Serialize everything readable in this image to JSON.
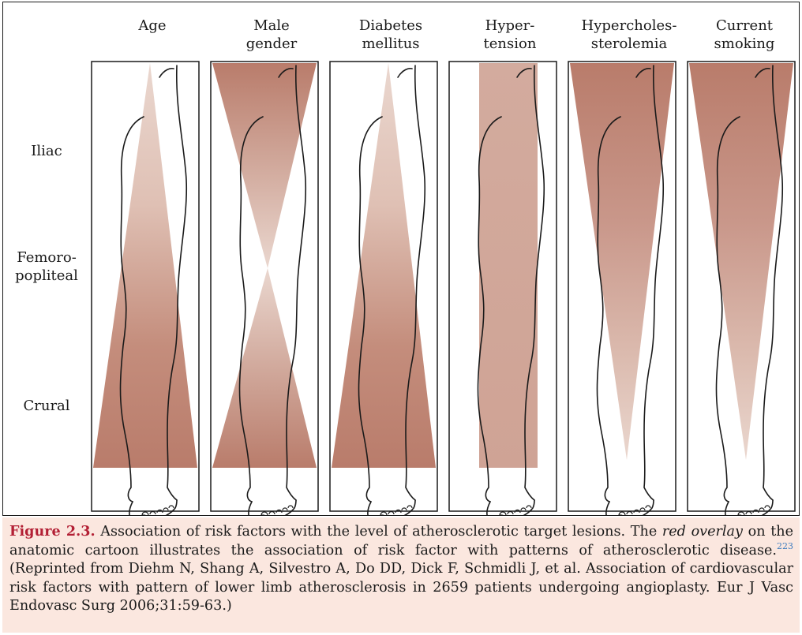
{
  "figure": {
    "columns": [
      {
        "id": "age",
        "label": "Age",
        "pattern": "distal"
      },
      {
        "id": "male-gender",
        "label": "Male\ngender",
        "pattern": "hourglass"
      },
      {
        "id": "diabetes-mellitus",
        "label": "Diabetes\nmellitus",
        "pattern": "distal"
      },
      {
        "id": "hypertension",
        "label": "Hyper-\ntension",
        "pattern": "uniform"
      },
      {
        "id": "hypercholesterolemia",
        "label": "Hypercholes-\nsterolemia",
        "pattern": "proximal"
      },
      {
        "id": "current-smoking",
        "label": "Current\nsmoking",
        "pattern": "proximal"
      }
    ],
    "rows": [
      {
        "id": "iliac",
        "label": "Iliac"
      },
      {
        "id": "femoropopliteal",
        "label": "Femoro-\npopliteal"
      },
      {
        "id": "crural",
        "label": "Crural"
      }
    ],
    "colors": {
      "overlay_dark": "#b97c6b",
      "overlay_light": "#e8cfc6",
      "uniform": "#d0a698"
    }
  },
  "caption": {
    "label": "Figure 2.3.",
    "text_1": " Association of risk factors with the level of atherosclerotic target lesions. The ",
    "italic": "red overlay",
    "text_2": " on the anatomic cartoon illustrates the association of risk factor with patterns of atherosclerotic disease.",
    "ref": "223",
    "text_3": " (Reprinted from Diehm N, Shang A, Silvestro A, Do DD, Dick F, Schmidli J, et al. Association of cardiovascular risk factors with pattern of lower limb atherosclerosis in 2659 patients undergoing angioplasty. Eur J Vasc Endovasc Surg 2006;31:59-63.)"
  }
}
